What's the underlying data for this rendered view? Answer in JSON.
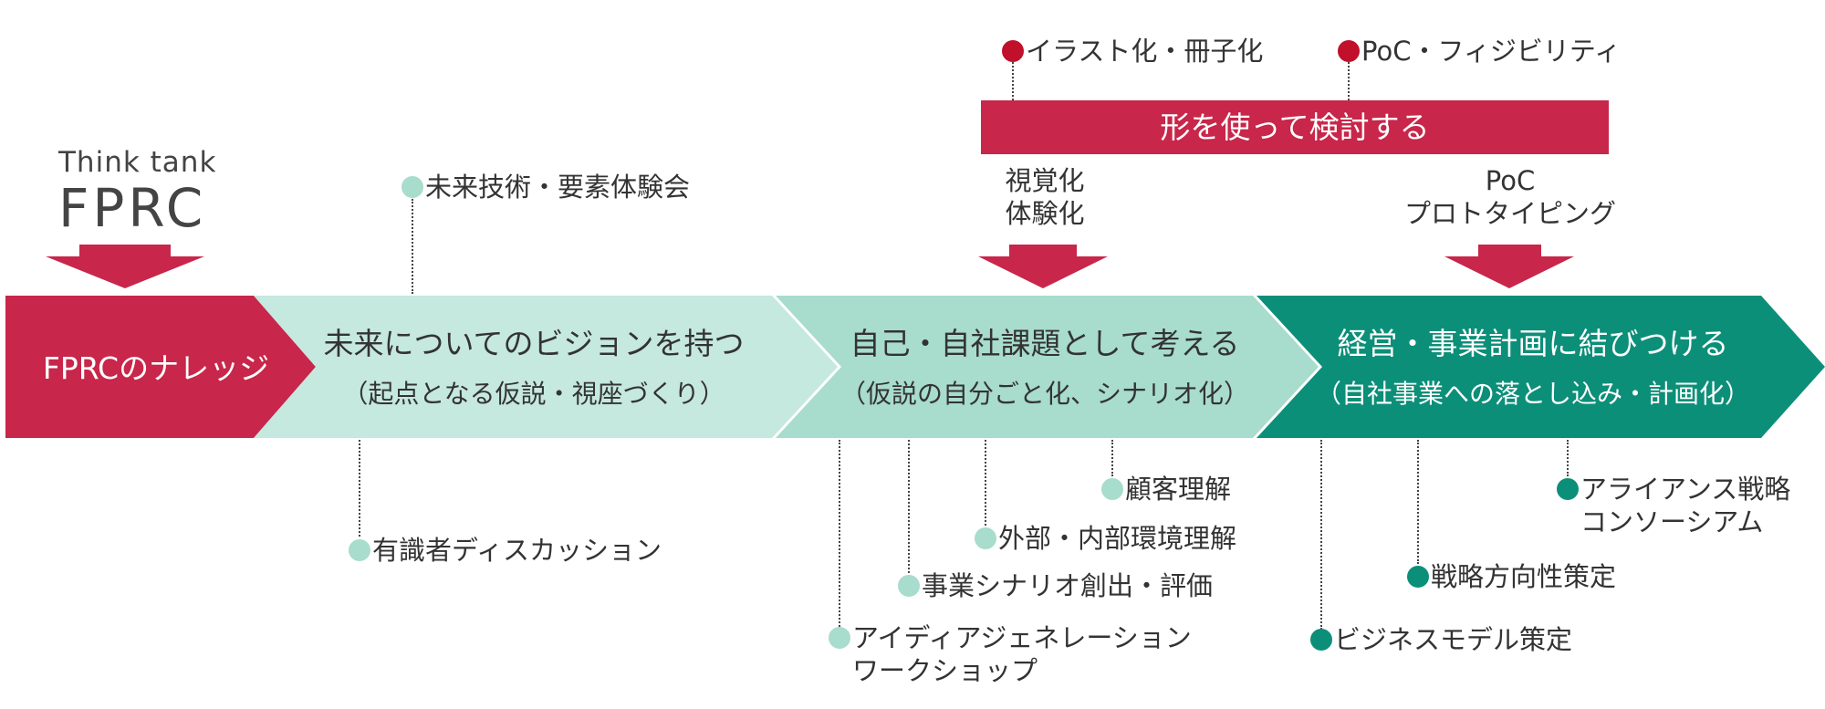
{
  "colors": {
    "brand_red": "#c8264a",
    "stage1": "#c5e8df",
    "stage2": "#a8dccc",
    "stage3": "#0c8f78",
    "dot_light": "#a8dccc",
    "dot_teal": "#0c8f78",
    "dot_red": "#c0102a"
  },
  "brand": {
    "tagline": "Think tank",
    "logo": "FPRC"
  },
  "stages": [
    {
      "main": "FPRCのナレッジ",
      "sub": ""
    },
    {
      "main": "未来についてのビジョンを持つ",
      "sub": "（起点となる仮説・視座づくり）"
    },
    {
      "main": "自己・自社課題として考える",
      "sub": "（仮説の自分ごと化、シナリオ化）"
    },
    {
      "main": "経営・事業計画に結びつける",
      "sub": "（自社事業への落とし込み・計画化）"
    }
  ],
  "top_bar": {
    "label": "形を使って検討する",
    "items": [
      "イラスト化・冊子化",
      "PoC・フィジビリティ"
    ]
  },
  "phase_labels": [
    {
      "lines": [
        "視覚化",
        "体験化"
      ]
    },
    {
      "lines": [
        "PoC",
        "プロトタイピング"
      ]
    }
  ],
  "above_items": [
    "未来技術・要素体験会"
  ],
  "below_items": {
    "vision": [
      "有識者ディスカッション"
    ],
    "self": [
      "顧客理解",
      "外部・内部環境理解",
      "事業シナリオ創出・評価",
      "アイディアジェネレーション",
      "ワークショップ"
    ],
    "business": [
      "アライアンス戦略",
      "コンソーシアム",
      "戦略方向性策定",
      "ビジネスモデル策定"
    ]
  }
}
